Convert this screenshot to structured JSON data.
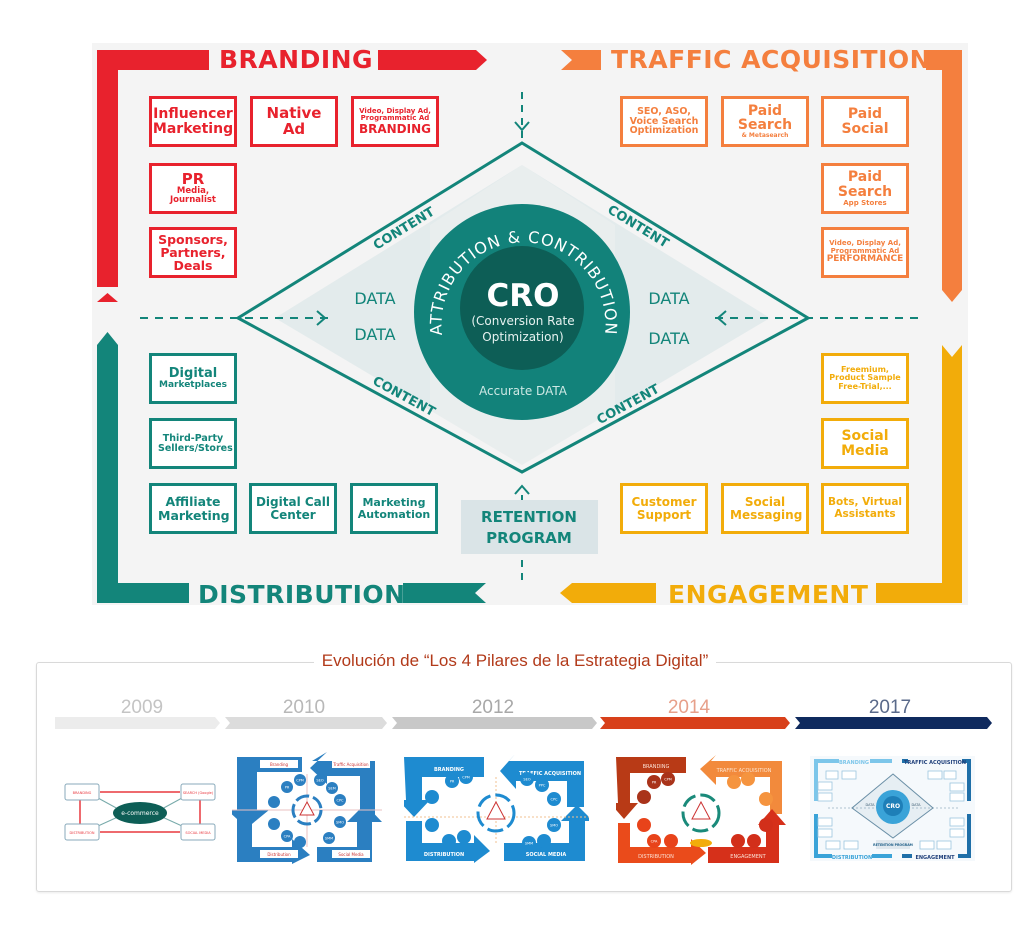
{
  "diagram": {
    "pillars": {
      "branding": {
        "title": "BRANDING",
        "color": "#e8222d"
      },
      "traffic": {
        "title": "TRAFFIC ACQUISITION",
        "color": "#f47f3e"
      },
      "distribution": {
        "title": "DISTRIBUTION",
        "color": "#13857a"
      },
      "engagement": {
        "title": "ENGAGEMENT",
        "color": "#f2ac0a"
      }
    },
    "branding_items": [
      {
        "main": "Influencer Marketing"
      },
      {
        "main": "Native Ad"
      },
      {
        "line1": "Video, Display Ad,",
        "line2": "Programmatic Ad",
        "main": "BRANDING"
      },
      {
        "main": "PR",
        "sub": "Media, Journalist"
      },
      {
        "main": "Sponsors, Partners, Deals"
      }
    ],
    "traffic_items": [
      {
        "main": "SEO, ASO, Voice Search Optimization"
      },
      {
        "main": "Paid Search",
        "sub": "& Metasearch"
      },
      {
        "main": "Paid Social"
      },
      {
        "main": "Paid Search",
        "sub": "App Stores"
      },
      {
        "line1": "Video, Display Ad,",
        "line2": "Programmatic Ad",
        "main": "PERFORMANCE"
      }
    ],
    "distribution_items": [
      {
        "main": "Digital",
        "sub": "Marketplaces"
      },
      {
        "main": "Third-Party Sellers/Stores"
      },
      {
        "main": "Affiliate Marketing"
      },
      {
        "main": "Digital Call Center"
      },
      {
        "main": "Marketing Automation"
      }
    ],
    "engagement_items": [
      {
        "main": "Freemium, Product Sample Free-Trial,..."
      },
      {
        "main": "Social Media"
      },
      {
        "main": "Customer Support"
      },
      {
        "main": "Social Messaging"
      },
      {
        "main": "Bots, Virtual Assistants"
      }
    ],
    "center": {
      "content_label": "CONTENT",
      "data_label": "DATA",
      "ring_text": "ATTRIBUTION & CONTRIBUTION",
      "cro": "CRO",
      "cro_sub1": "(Conversion Rate",
      "cro_sub2": "Optimization)",
      "accurate": "Accurate DATA",
      "retention_line1": "RETENTION",
      "retention_line2": "PROGRAM"
    },
    "colors": {
      "teal": "#13857a",
      "teal_dark": "#0d5e56",
      "teal_light": "#dfe8ea",
      "panel_bg": "#f4f4f4"
    }
  },
  "evolution": {
    "title": "Evolución de “Los 4 Pilares de la Estrategia Digital”",
    "timeline": [
      {
        "year": "2009",
        "color": "#ececec",
        "text_color": "#c4c4c4"
      },
      {
        "year": "2010",
        "color": "#dcdcdc",
        "text_color": "#b8b8b8"
      },
      {
        "year": "2012",
        "color": "#c8c8c8",
        "text_color": "#a8a8a8"
      },
      {
        "year": "2014",
        "color": "#d8401a",
        "text_color": "#e7a08a"
      },
      {
        "year": "2017",
        "color": "#0f2a5e",
        "text_color": "#5a6a8a"
      }
    ],
    "thumbs": {
      "t2009": {
        "branding": "BRANDING",
        "search": "SEARCH (Google)",
        "distribution": "DISTRIBUTION",
        "social": "SOCIAL MEDIA",
        "center": "e-commerce"
      },
      "t2010": {
        "branding": "Branding",
        "traffic": "Traffic Acquisition",
        "distribution": "Distribution",
        "social": "Social Media",
        "circles": [
          "PR",
          "Display CPM",
          "SEO",
          "SEM",
          "CPC",
          "CPA",
          "SMO",
          "SMM"
        ]
      },
      "t2012": {
        "branding": "BRANDING",
        "traffic": "TRAFFIC ACQUISITION",
        "distribution": "DISTRIBUTION",
        "social": "SOCIAL MEDIA",
        "circles": [
          "PR",
          "Display CPM",
          "SEO",
          "PPC",
          "CPC",
          "SMO",
          "SMM"
        ]
      },
      "t2014": {
        "branding": "BRANDING",
        "traffic": "TRAFFIC ACQUISITION",
        "distribution": "DISTRIBUTION",
        "engagement": "ENGAGEMENT",
        "circles": [
          "PR",
          "Display CPM",
          "CPA"
        ]
      },
      "t2017": {
        "branding": "BRANDING",
        "traffic": "TRAFFIC ACQUISITION",
        "distribution": "DISTRIBUTION",
        "engagement": "ENGAGEMENT",
        "cro": "CRO",
        "data": "DATA",
        "retention": "RETENTION PROGRAM"
      }
    }
  }
}
